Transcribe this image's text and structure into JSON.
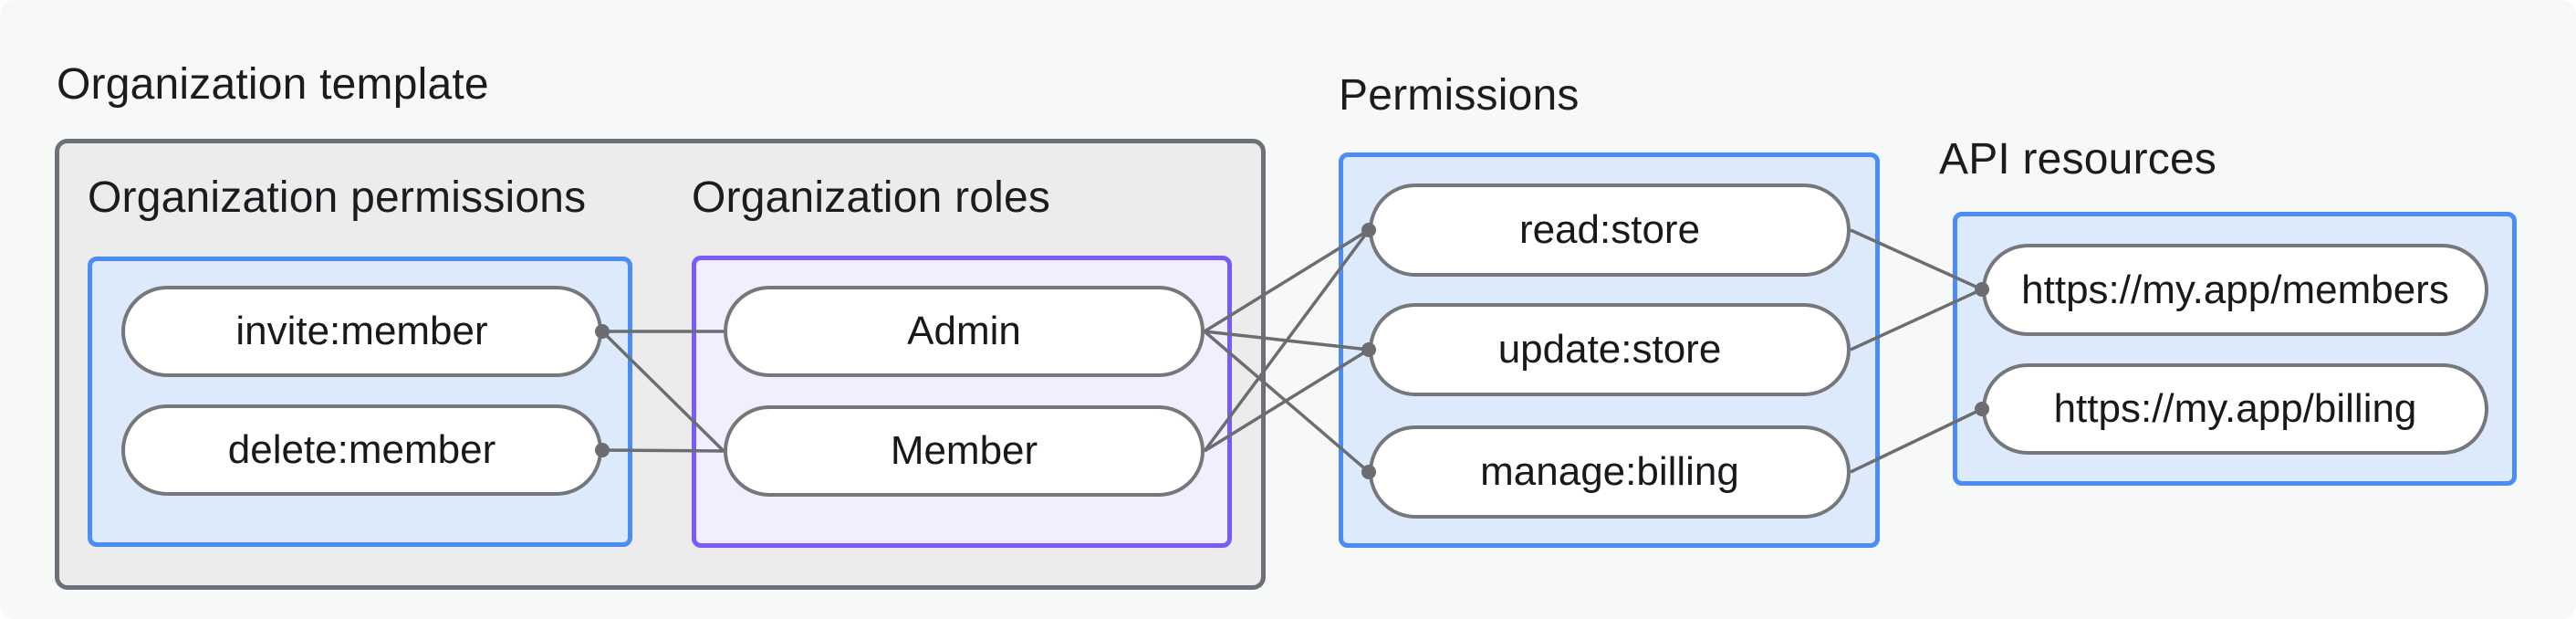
{
  "titles": {
    "org_template": "Organization template",
    "org_permissions": "Organization permissions",
    "org_roles": "Organization roles",
    "permissions": "Permissions",
    "api_resources": "API resources"
  },
  "nodes": {
    "invite_member": "invite:member",
    "delete_member": "delete:member",
    "admin": "Admin",
    "member": "Member",
    "read_store": "read:store",
    "update_store": "update:store",
    "manage_billing": "manage:billing",
    "api_members": "https://my.app/members",
    "api_billing": "https://my.app/billing"
  },
  "edges": [
    {
      "from": "invite_member",
      "to": "admin"
    },
    {
      "from": "invite_member",
      "to": "member"
    },
    {
      "from": "delete_member",
      "to": "member"
    },
    {
      "from": "admin",
      "to": "read_store"
    },
    {
      "from": "admin",
      "to": "update_store"
    },
    {
      "from": "admin",
      "to": "manage_billing"
    },
    {
      "from": "member",
      "to": "read_store"
    },
    {
      "from": "member",
      "to": "update_store"
    },
    {
      "from": "read_store",
      "to": "api_members"
    },
    {
      "from": "update_store",
      "to": "api_members"
    },
    {
      "from": "manage_billing",
      "to": "api_billing"
    }
  ],
  "colors": {
    "background": "#f7f8f8",
    "gray_box_fill": "#ececed",
    "gray_box_border": "#6d7076",
    "blue_box_fill": "#ddeafc",
    "blue_box_border": "#4b8cf7",
    "purple_box_fill": "#f3eefe",
    "purple_box_border": "#7a5af8",
    "pill_fill": "#ffffff",
    "pill_border": "#75777b",
    "connector": "#6b6d71",
    "text": "#17191d"
  }
}
